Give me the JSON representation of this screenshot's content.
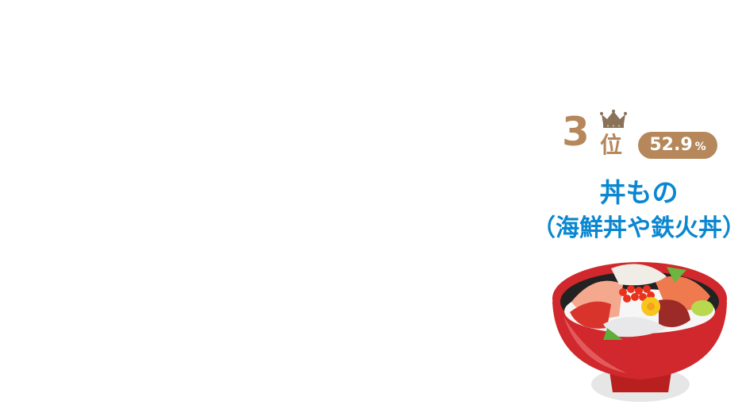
{
  "ranking": {
    "rank_number": "3",
    "rank_suffix": "位",
    "percent_value": "52.9",
    "percent_unit": "%",
    "title": "丼もの",
    "subtitle": "（海鮮丼や鉄火丼）",
    "colors": {
      "accent_brown": "#b5875a",
      "title_blue": "#0a87d0",
      "bowl_red": "#d0282c"
    }
  }
}
